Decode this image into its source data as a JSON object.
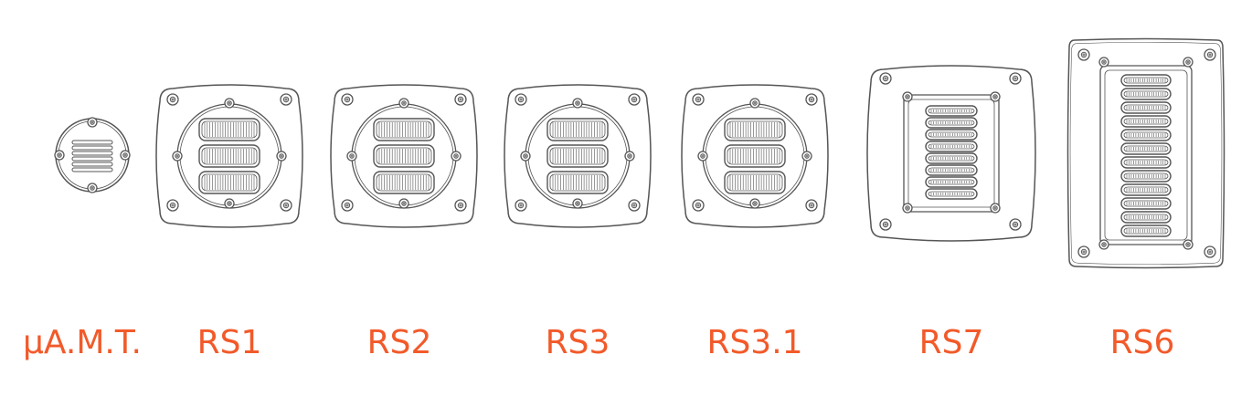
{
  "accent_color": "#f25a2a",
  "line_color": "#555555",
  "products": [
    {
      "id": "uamt",
      "label": "µA.M.T.",
      "icon": "micro-amt-tweeter-drawing"
    },
    {
      "id": "rs1",
      "label": "RS1",
      "icon": "amt-tweeter-3-slot-drawing"
    },
    {
      "id": "rs2",
      "label": "RS2",
      "icon": "amt-tweeter-3-slot-drawing"
    },
    {
      "id": "rs3",
      "label": "RS3",
      "icon": "amt-tweeter-3-slot-drawing"
    },
    {
      "id": "rs31",
      "label": "RS3.1",
      "icon": "amt-tweeter-3-slot-drawing"
    },
    {
      "id": "rs7",
      "label": "RS7",
      "icon": "amt-tweeter-8-slot-drawing"
    },
    {
      "id": "rs6",
      "label": "RS6",
      "icon": "amt-tweeter-12-slot-drawing"
    }
  ]
}
